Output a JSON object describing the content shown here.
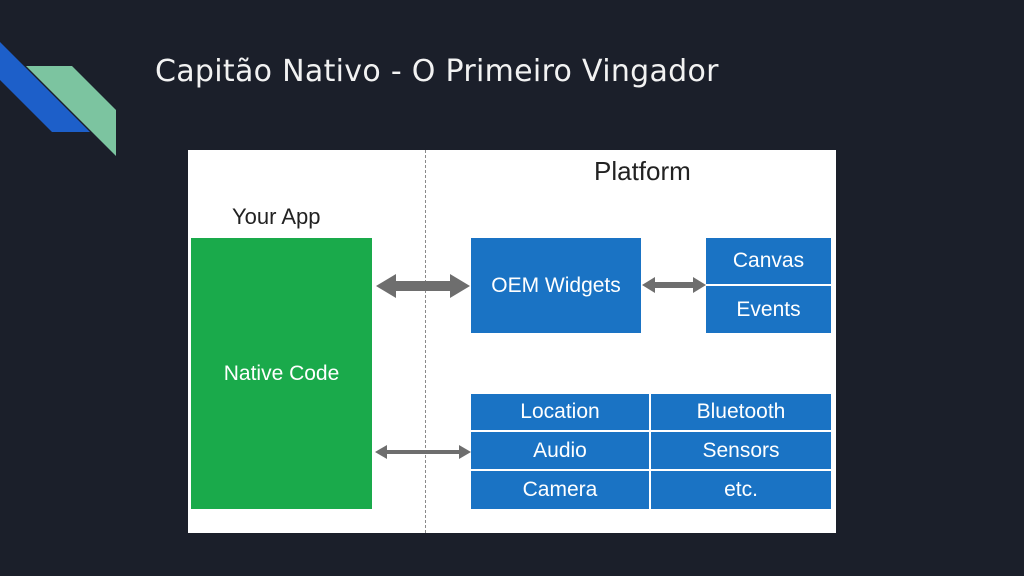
{
  "slide": {
    "title": "Capitão Nativo - O Primeiro Vingador"
  },
  "diagram": {
    "app_label": "Your App",
    "platform_label": "Platform",
    "native_code": "Native Code",
    "oem_widgets": "OEM Widgets",
    "widget_services": [
      "Canvas",
      "Events"
    ],
    "platform_services": [
      "Location",
      "Bluetooth",
      "Audio",
      "Sensors",
      "Camera",
      "etc."
    ]
  },
  "colors": {
    "background": "#1b1f2a",
    "native_green": "#1aaa4b",
    "platform_blue": "#1a73c4",
    "arrow_gray": "#6e6e6e",
    "accent_blue": "#1d5fc9",
    "accent_green": "#7cc4a0"
  }
}
